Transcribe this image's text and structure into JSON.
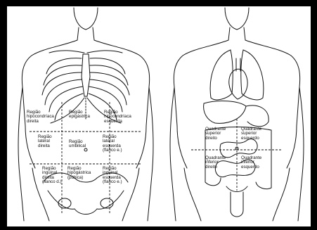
{
  "left_figure": {
    "labels": [
      {
        "id": "hipocondriaca-direita",
        "lines": [
          "Região",
          "hipocondríaca",
          "direita"
        ]
      },
      {
        "id": "epigastrica",
        "lines": [
          "Região",
          "epigástrica"
        ]
      },
      {
        "id": "hipocondriaca-esquerda",
        "lines": [
          "Região",
          "hipocondríaca",
          "esquerda"
        ]
      },
      {
        "id": "lateral-direita",
        "lines": [
          "Região",
          "lateral",
          "direita"
        ]
      },
      {
        "id": "umbilical",
        "lines": [
          "Região",
          "umbilical"
        ]
      },
      {
        "id": "lateral-esquerda",
        "lines": [
          "Região",
          "lateral",
          "esquerda",
          "(flanco e.)"
        ]
      },
      {
        "id": "inguinal-direita",
        "lines": [
          "Região",
          "inguinal",
          "direita",
          "(flanco d.)"
        ]
      },
      {
        "id": "hipogastrica",
        "lines": [
          "Região",
          "hipogástrica",
          "(púbica)"
        ]
      },
      {
        "id": "inguinal-esquerda",
        "lines": [
          "Região",
          "inguinal",
          "esquerda",
          "(flanco e.)"
        ]
      }
    ]
  },
  "right_figure": {
    "labels": [
      {
        "id": "superior-direito",
        "lines": [
          "Quadrante",
          "superior",
          "direito"
        ]
      },
      {
        "id": "superior-esquerdo",
        "lines": [
          "Quadrante",
          "superior",
          "esquerdo"
        ]
      },
      {
        "id": "inferior-direito",
        "lines": [
          "Quadrante",
          "inferior",
          "direito"
        ]
      },
      {
        "id": "inferior-esquerdo",
        "lines": [
          "Quadrante",
          "inferior",
          "esquerdo"
        ]
      }
    ]
  },
  "colors": {
    "background": "#000000",
    "panel": "#ffffff",
    "ink": "#111111"
  }
}
